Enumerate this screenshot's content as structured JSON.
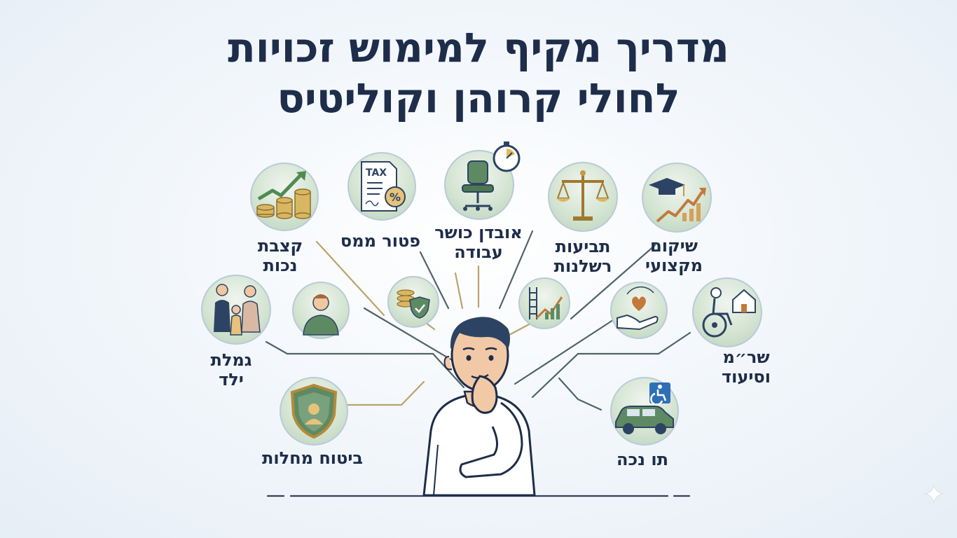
{
  "title": {
    "line1": "מדריך מקיף למימוש זכויות",
    "line2": "לחולי קרוהן וקוליטיס"
  },
  "topics": {
    "disability_pension": {
      "label_line1": "קצבת",
      "label_line2": "נכות",
      "icon": "pension-growth-icon"
    },
    "tax_exemption": {
      "label": "פטור ממס",
      "icon": "tax-percent-icon",
      "icon_text": "TAX"
    },
    "loss_of_work_capacity": {
      "label_line1": "אובדן כושר",
      "label_line2": "עבודה",
      "icon": "office-chair-stopwatch-icon"
    },
    "negligence_claims": {
      "label_line1": "תביעות",
      "label_line2": "רשלנות",
      "icon": "scales-of-justice-icon"
    },
    "vocational_rehab": {
      "label_line1": "שיקום",
      "label_line2": "מקצועי",
      "icon": "graduation-growth-icon"
    },
    "child_allowance": {
      "label_line1": "גמלת",
      "label_line2": "ילד",
      "icon": "family-icon"
    },
    "special_services": {
      "label_line1": "שר״מ",
      "label_line2": "וסיעוד",
      "icon": "wheelchair-home-icon"
    },
    "health_insurance": {
      "label": "ביטוח מחלות",
      "icon": "shield-person-icon"
    },
    "disability_badge": {
      "label": "תו נכה",
      "icon": "car-accessible-icon"
    }
  },
  "inner_icons": [
    "person-icon",
    "coins-shield-icon",
    "ladder-growth-icon",
    "heart-hand-icon"
  ],
  "colors": {
    "title": "#1d2d4a",
    "icon_green": "#5e8a63",
    "icon_navy": "#2d4363",
    "connector_gold": "#b9a46a",
    "connector_slate": "#4f6468"
  }
}
